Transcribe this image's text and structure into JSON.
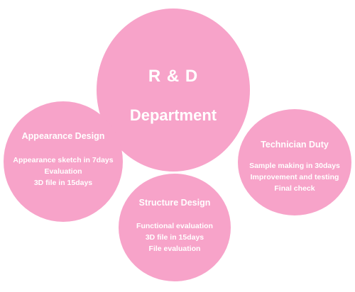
{
  "center": {
    "line1": "R & D",
    "line2": "Department"
  },
  "appearance": {
    "title": "Appearance Design",
    "items": [
      "Appearance sketch in 7days",
      "Evaluation",
      "3D file in 15days"
    ]
  },
  "technician": {
    "title": "Technician Duty",
    "items": [
      "Sample making in 30days",
      "Improvement and testing",
      "Final check"
    ]
  },
  "structure": {
    "title": "Structure Design",
    "items": [
      "Functional evaluation",
      "3D file in 15days",
      "File evaluation"
    ]
  },
  "colors": {
    "circle_fill": "#f7a3c9",
    "text": "#ffffff"
  }
}
